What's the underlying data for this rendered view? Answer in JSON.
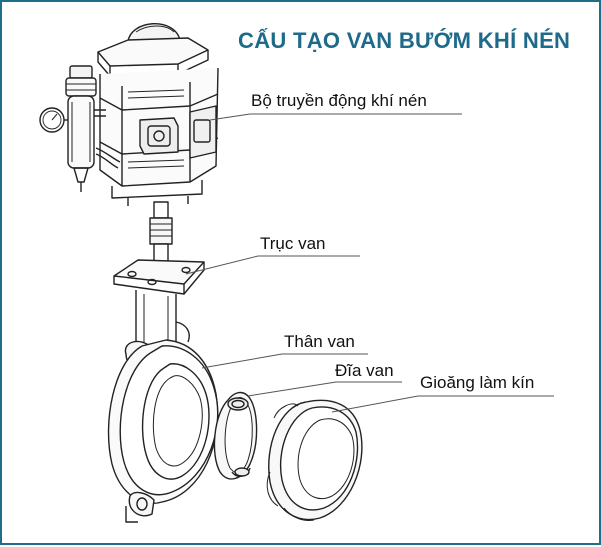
{
  "title": "CẤU TẠO VAN BƯỚM KHÍ NÉN",
  "labels": {
    "actuator": "Bộ truyền động khí nén",
    "stem": "Trục van",
    "body": "Thân van",
    "disc": "Đĩa van",
    "seal": "Gioăng làm kín"
  },
  "colors": {
    "title": "#1d6a8a",
    "frame": "#1f6f8b",
    "line": "#222222",
    "leader": "#555555"
  }
}
